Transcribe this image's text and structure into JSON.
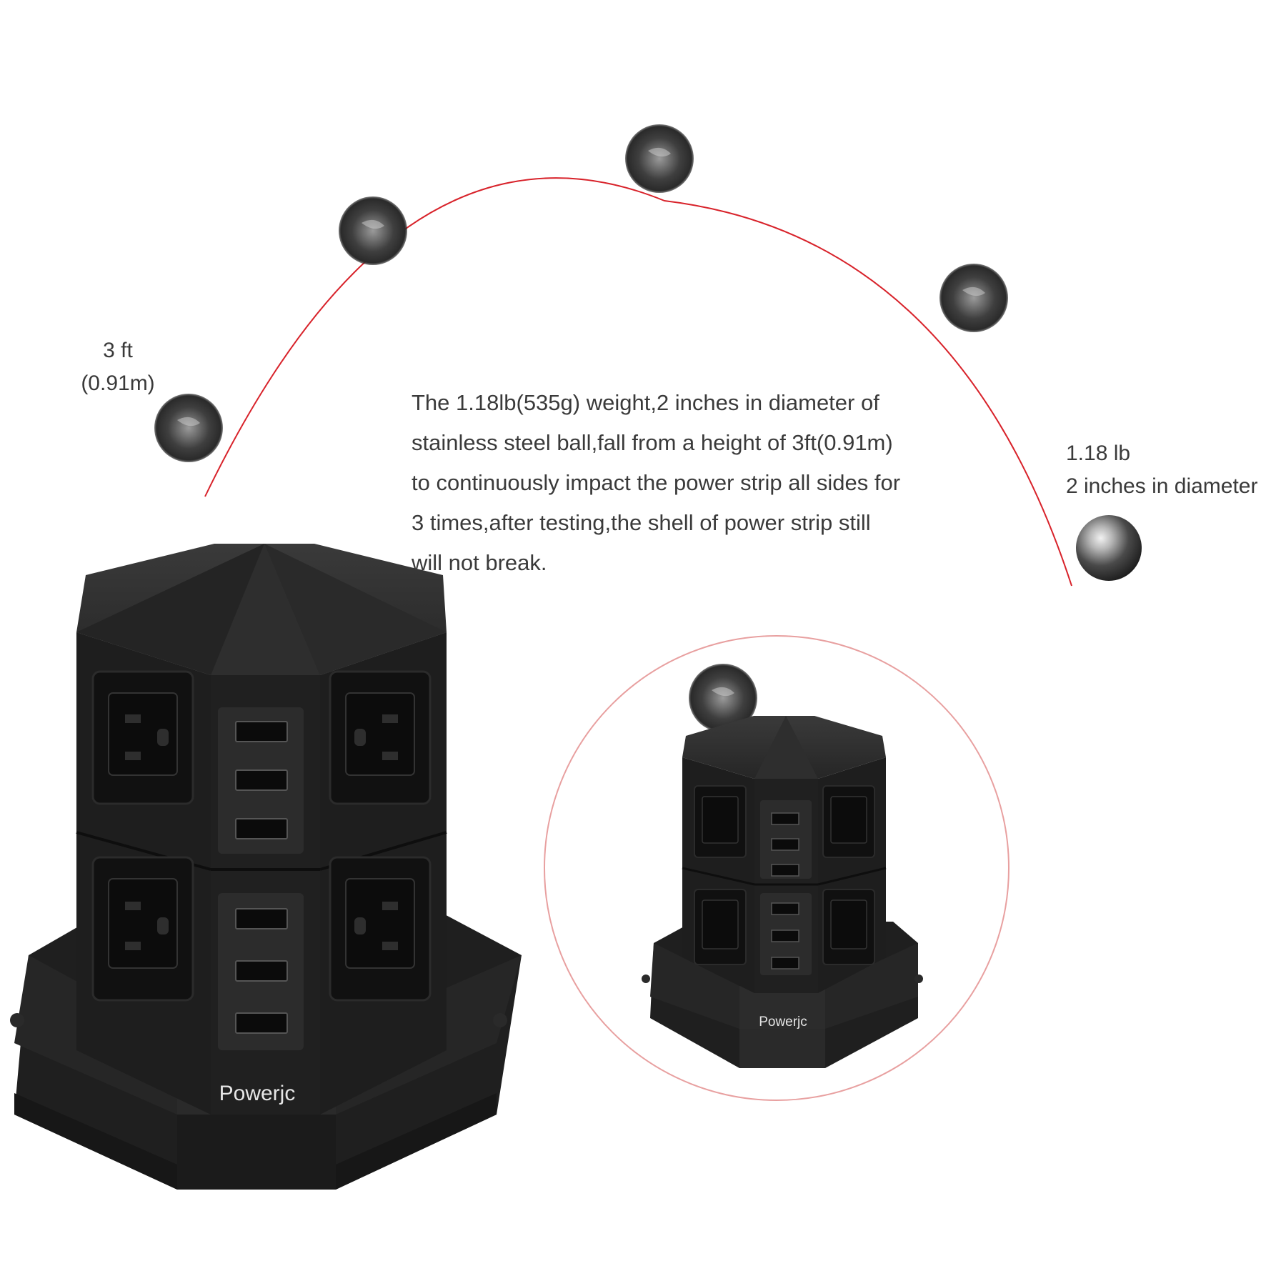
{
  "annotations": {
    "drop_height": [
      "3 ft",
      "(0.91m)"
    ],
    "ball_spec": [
      "1.18 lb",
      "2 inches in diameter"
    ]
  },
  "description": [
    "The 1.18lb(535g) weight,2 inches in diameter of",
    "stainless steel ball,fall from a height of 3ft(0.91m)",
    "to continuously impact the power strip all sides for",
    "3 times,after testing,the shell of power strip still",
    "will not break."
  ],
  "brand": "Powerjc",
  "colors": {
    "arc": "#d8222a",
    "circle": "#e8a0a0",
    "body": "#232323",
    "text": "#3a3a3a"
  }
}
